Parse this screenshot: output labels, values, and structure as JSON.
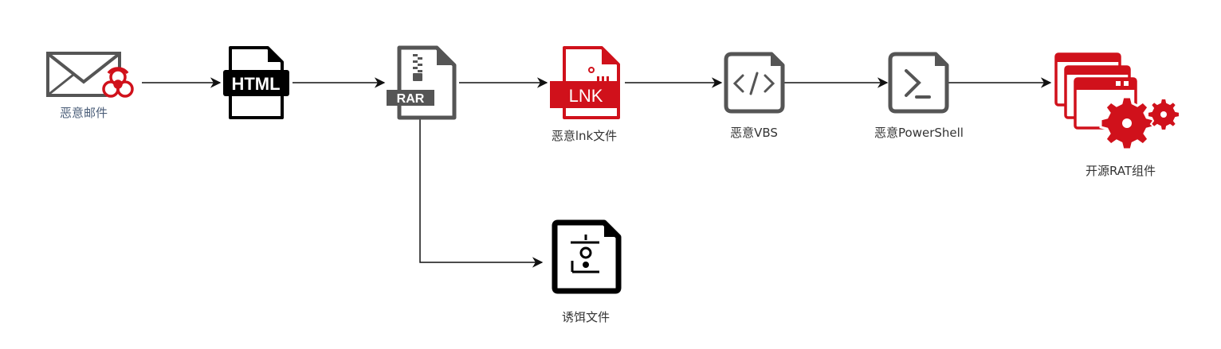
{
  "diagram": {
    "title": "Attack chain",
    "colors": {
      "accent_red": "#d0111b",
      "icon_dark": "#000000",
      "icon_gray": "#555555",
      "edge": "#111111"
    },
    "nodes": [
      {
        "id": "email",
        "label": "恶意邮件",
        "icon": "envelope-biohazard-icon"
      },
      {
        "id": "html",
        "label": "",
        "icon": "html-file-icon",
        "badge": "HTML"
      },
      {
        "id": "rar",
        "label": "",
        "icon": "rar-archive-icon",
        "badge": "RAR"
      },
      {
        "id": "lnk",
        "label": "恶意lnk文件",
        "icon": "lnk-file-icon",
        "badge": "LNK"
      },
      {
        "id": "vbs",
        "label": "恶意VBS",
        "icon": "code-file-icon"
      },
      {
        "id": "ps",
        "label": "恶意PowerShell",
        "icon": "terminal-file-icon"
      },
      {
        "id": "rat",
        "label": "开源RAT组件",
        "icon": "windows-gears-icon"
      },
      {
        "id": "bait",
        "label": "诱饵文件",
        "icon": "bait-file-icon"
      }
    ],
    "edges": [
      {
        "from": "email",
        "to": "html"
      },
      {
        "from": "html",
        "to": "rar"
      },
      {
        "from": "rar",
        "to": "lnk"
      },
      {
        "from": "lnk",
        "to": "vbs"
      },
      {
        "from": "vbs",
        "to": "ps"
      },
      {
        "from": "ps",
        "to": "rat"
      },
      {
        "from": "rar",
        "to": "bait"
      }
    ]
  }
}
